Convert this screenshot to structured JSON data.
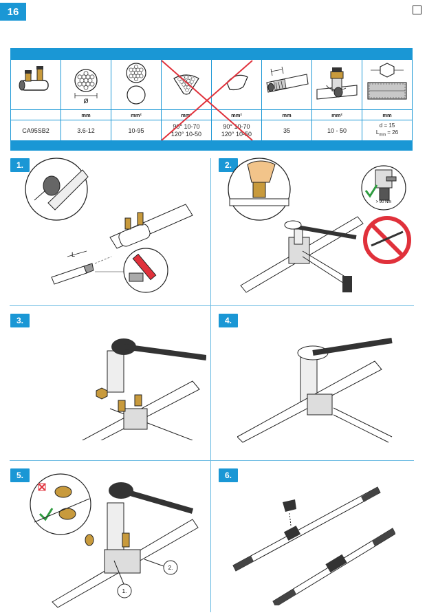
{
  "page": {
    "number": "16"
  },
  "spec_table": {
    "units": [
      "",
      "mm",
      "mm²",
      "mm²",
      "mm²",
      "mm",
      "mm²",
      "mm"
    ],
    "row": {
      "model": "CA95SB2",
      "diameter": "3.6-12",
      "cross_section": "10-95",
      "sector_a_line1": "90° 10-70",
      "sector_a_line2": "120° 10-50",
      "sector_b_line1": "90° 10-70",
      "sector_b_line2": "120° 10-50",
      "strip_length": "35",
      "tap_range": "10 - 50",
      "d_value": "d = 15",
      "l_min_prefix": "L",
      "l_min_sub": "min",
      "l_min_value": " = 26"
    },
    "diameter_symbol": "Ø"
  },
  "steps": [
    {
      "label": "1.",
      "strip_label": "L"
    },
    {
      "label": "2.",
      "torque": "> 90 Nm"
    },
    {
      "label": "3."
    },
    {
      "label": "4."
    },
    {
      "label": "5.",
      "callout_1": "1.",
      "callout_2": "2."
    },
    {
      "label": "6."
    }
  ],
  "colors": {
    "accent": "#1a97d5",
    "forbidden": "#e0313b",
    "ok": "#2e9c3f",
    "brass": "#c89a3c"
  }
}
